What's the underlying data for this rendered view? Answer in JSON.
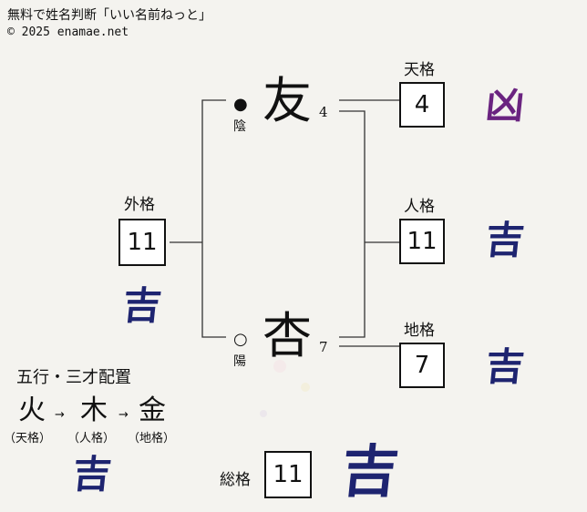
{
  "header": {
    "title": "無料で姓名判断「いい名前ねっと」",
    "copyright": "© 2025 enamae.net"
  },
  "name": {
    "first_char": "友",
    "first_strokes": "4",
    "first_yinyang_marker": "●",
    "first_yinyang": "陰",
    "second_char": "杏",
    "second_strokes": "7",
    "second_yinyang_marker": "○",
    "second_yinyang": "陽"
  },
  "kakus": {
    "tenkaku": {
      "label": "天格",
      "value": "4",
      "fortune": "凶"
    },
    "jinkaku": {
      "label": "人格",
      "value": "11",
      "fortune": "吉"
    },
    "chikaku": {
      "label": "地格",
      "value": "7",
      "fortune": "吉"
    },
    "gaikaku": {
      "label": "外格",
      "value": "11",
      "fortune": "吉"
    },
    "soukaku": {
      "label": "総格",
      "value": "11",
      "fortune": "吉"
    }
  },
  "gogyo": {
    "title": "五行・三才配置",
    "elements": [
      {
        "char": "火",
        "sub": "（天格）"
      },
      {
        "char": "木",
        "sub": "（人格）"
      },
      {
        "char": "金",
        "sub": "（地格）"
      }
    ],
    "arrow": "→",
    "fortune": "吉"
  },
  "colors": {
    "good": "#1e2470",
    "bad": "#6a2380",
    "background": "#f4f3ef"
  }
}
